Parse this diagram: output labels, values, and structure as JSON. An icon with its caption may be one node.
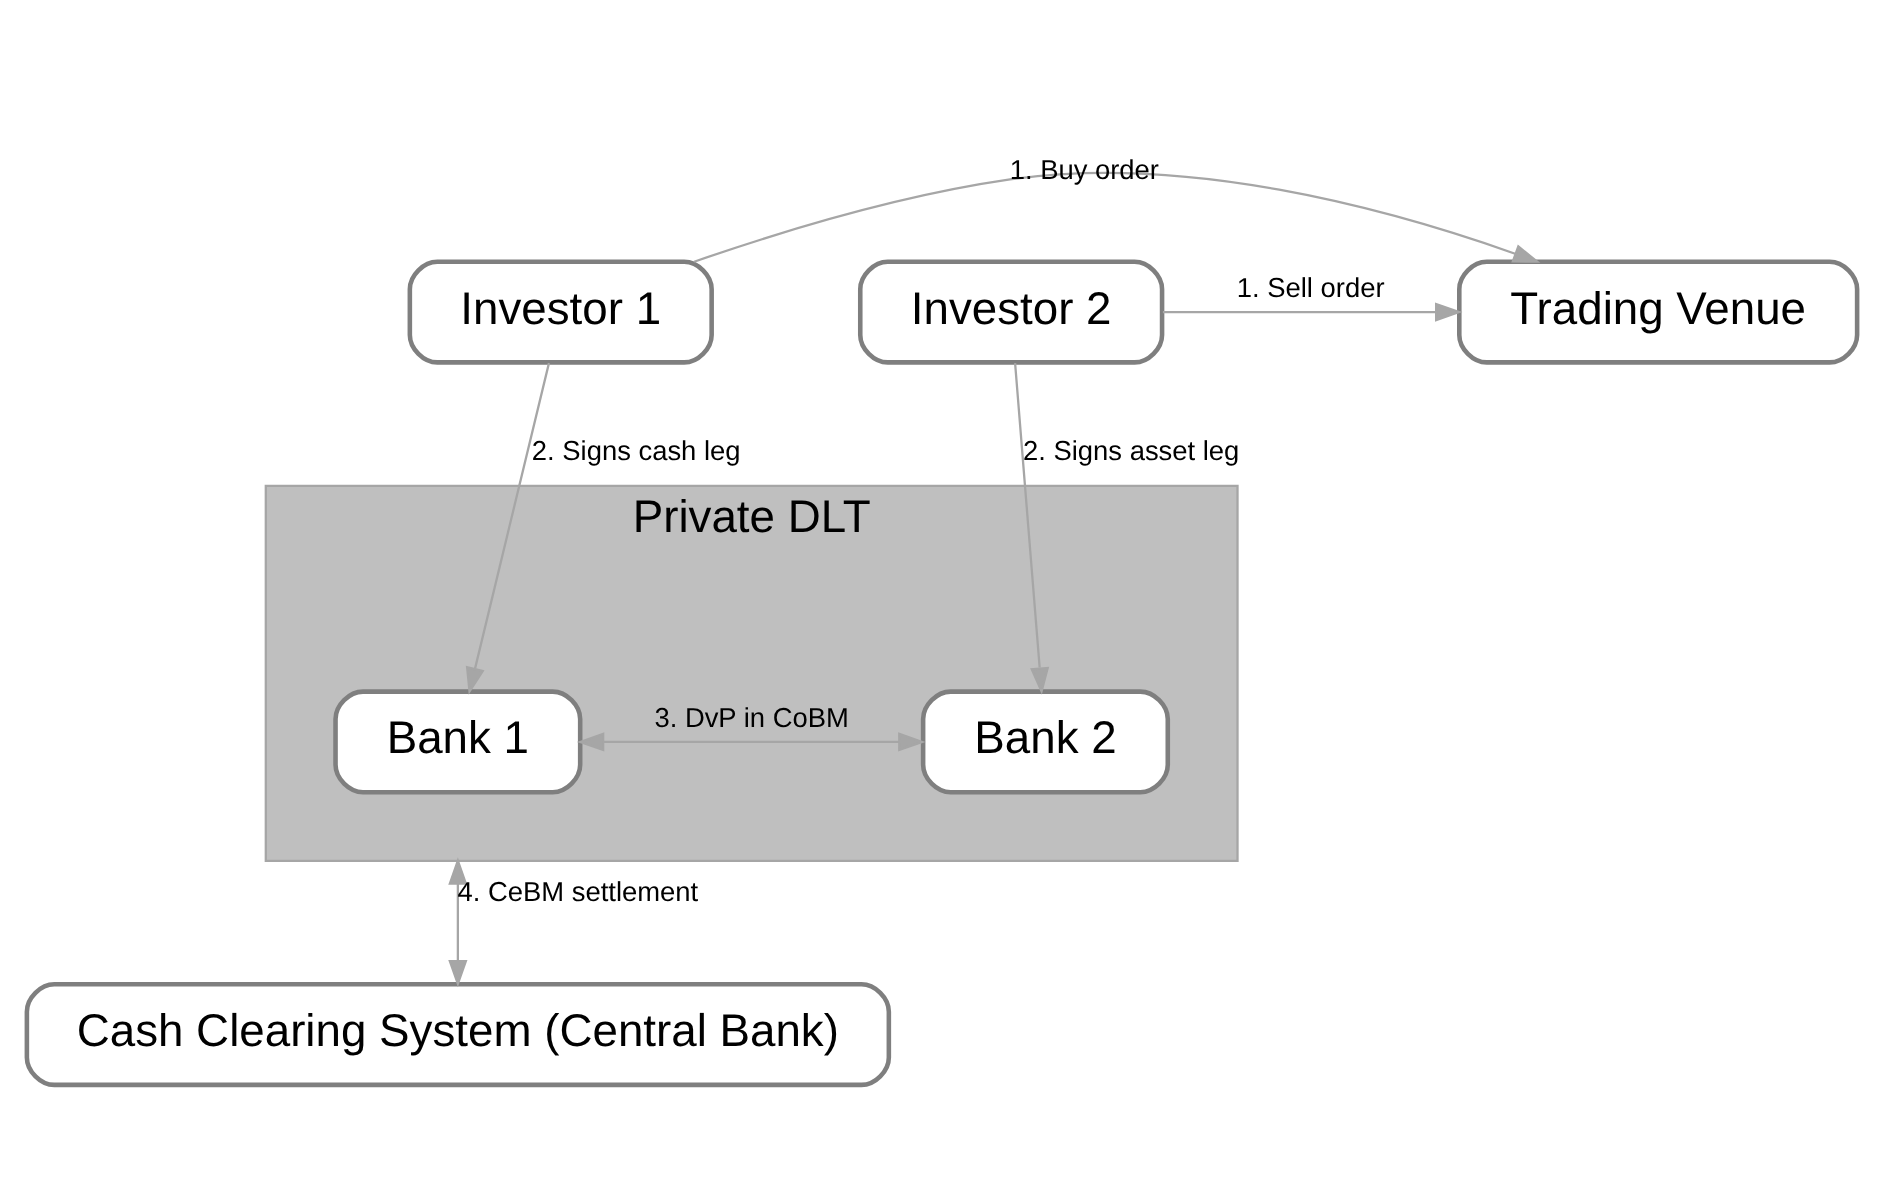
{
  "diagram": {
    "nodes": [
      {
        "text": [
          "Investor 1"
        ]
      },
      {
        "text": [
          "Trading Venue"
        ]
      },
      {
        "text": [
          "Investor 2"
        ]
      },
      {
        "text": [
          "Private DLT"
        ]
      },
      {
        "text": [
          "Bank 1"
        ],
        "in": 3
      },
      {
        "text": [
          "Bank 2"
        ],
        "in": 3
      },
      {
        "text": [
          "Cash Clearing System (Central Bank)"
        ]
      }
    ],
    "edges": [
      {
        "from": 0,
        "to": 1,
        "arrow": "to",
        "label": "1. Buy order"
      },
      {
        "from": 2,
        "to": 1,
        "arrow": "to",
        "label": "1. Sell order"
      },
      {
        "from": 0,
        "to": 4,
        "arrow": "to",
        "label": "2. Signs cash leg"
      },
      {
        "from": 2,
        "to": 5,
        "arrow": "to",
        "label": "2. Signs asset leg"
      },
      {
        "from": 4,
        "to": 5,
        "arrow": "both",
        "label": "3. DvP in CoBM"
      },
      {
        "from": 3,
        "to": 6,
        "arrow": "both",
        "label": "4. CeBM settlement"
      }
    ]
  }
}
